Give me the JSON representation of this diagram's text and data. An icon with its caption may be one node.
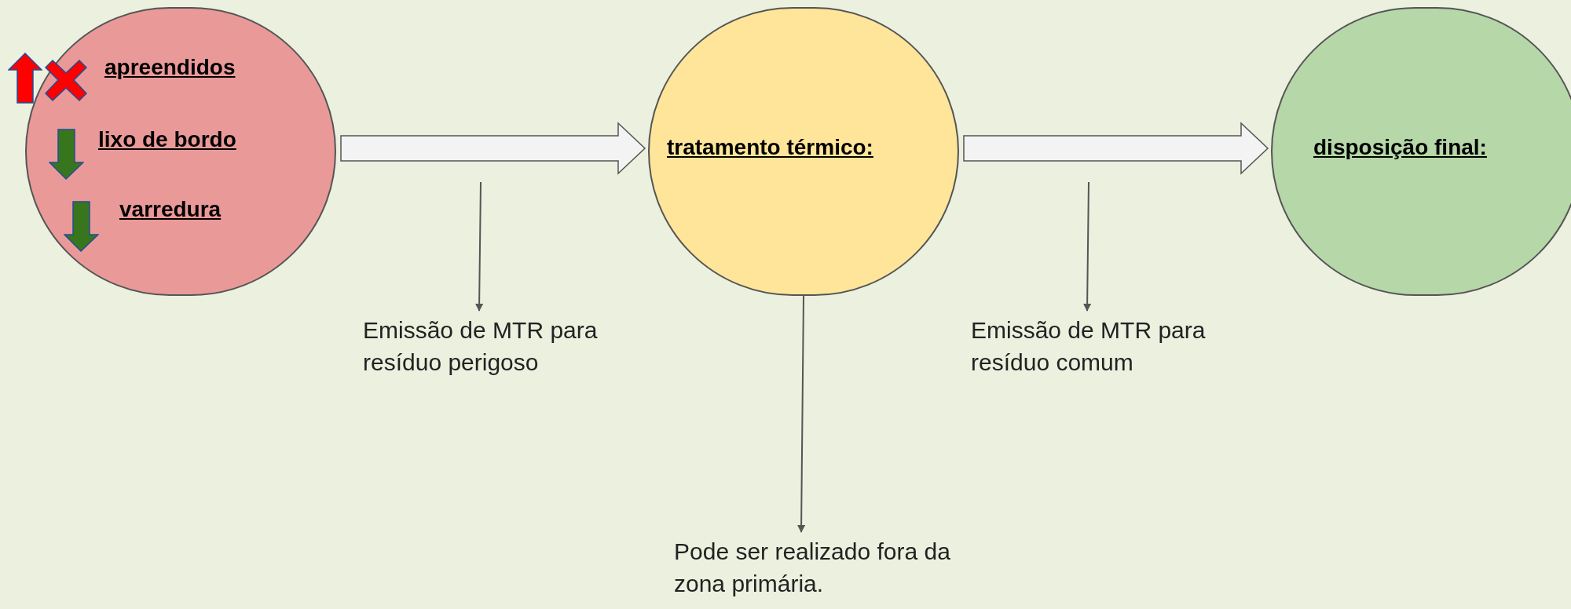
{
  "diagram": {
    "nodes": [
      {
        "text": [
          "apreendidos",
          "lixo de bordo",
          "varredura"
        ]
      },
      {
        "text": [
          "tratamento térmico:"
        ]
      },
      {
        "text": [
          "disposição final:"
        ]
      },
      {
        "text": [
          "Emissão de MTR para resíduo perigoso"
        ]
      },
      {
        "text": [
          "Pode ser realizado fora da zona primária."
        ]
      },
      {
        "text": [
          "Emissão de MTR para resíduo comum"
        ]
      }
    ],
    "edges": [
      {
        "from": 0,
        "to": 1,
        "arrow": "to",
        "style": "thick"
      },
      {
        "from": 1,
        "to": 2,
        "arrow": "to",
        "style": "thick"
      },
      {
        "from": null,
        "to": 3,
        "arrow": "to"
      },
      {
        "from": 1,
        "to": 4,
        "arrow": "to"
      },
      {
        "from": null,
        "to": 5,
        "arrow": "to"
      }
    ]
  }
}
